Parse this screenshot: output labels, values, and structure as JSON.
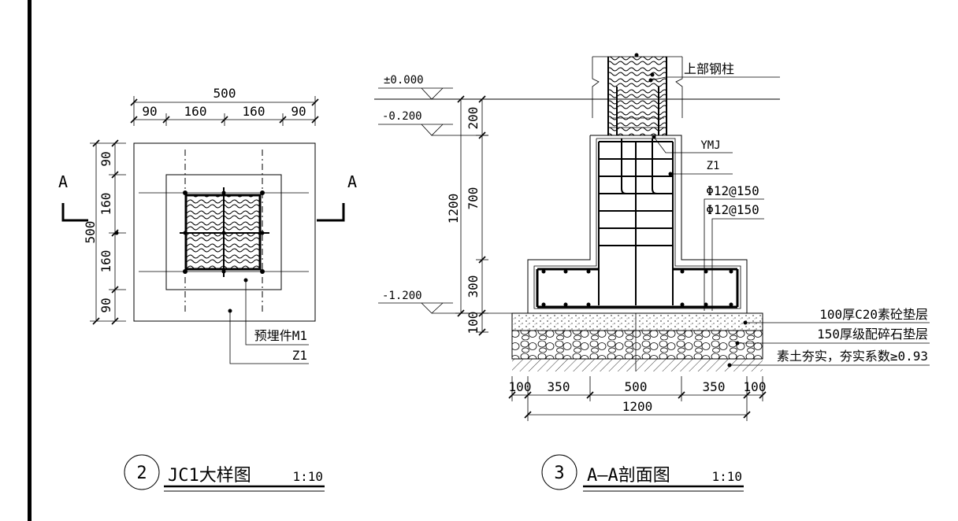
{
  "left_detail": {
    "dims_top": {
      "total": "500",
      "segments": [
        "90",
        "160",
        "160",
        "90"
      ]
    },
    "dims_left": {
      "total": "500",
      "segments": [
        "90",
        "160",
        "160",
        "90"
      ]
    },
    "section_mark_left": "A",
    "section_mark_right": "A",
    "callout_embed": "预埋件M1",
    "callout_column": "Z1",
    "title": {
      "number": "2",
      "name": "JC1大样图",
      "scale": "1:10"
    }
  },
  "right_section": {
    "elevations": [
      "±0.000",
      "-0.200",
      "-1.200"
    ],
    "dims_vertical_total": "1200",
    "dims_vertical_segments": [
      "200",
      "700",
      "300",
      "100"
    ],
    "callouts": {
      "upper_column": "上部钢柱",
      "ymj": "YMJ",
      "z1": "Z1",
      "rebar1": "Φ12@150",
      "rebar2": "Φ12@150",
      "cushion_concrete": "100厚C20素砼垫层",
      "cushion_gravel": "150厚级配碎石垫层",
      "soil": "素土夯实，夯实系数≥0.93"
    },
    "dims_bottom_segments": [
      "100",
      "350",
      "500",
      "350",
      "100"
    ],
    "dims_bottom_total": "1200",
    "title": {
      "number": "3",
      "name": "A—A剖面图",
      "scale": "1:10"
    }
  }
}
